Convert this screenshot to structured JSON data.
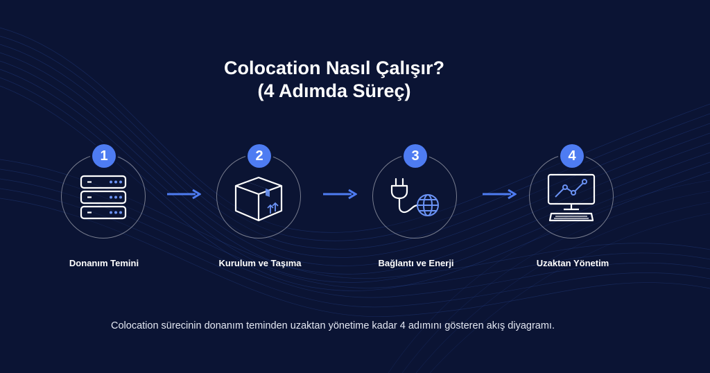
{
  "title": {
    "line1": "Colocation Nasıl Çalışır?",
    "line2": "(4 Adımda Süreç)"
  },
  "steps": [
    {
      "number": "1",
      "label": "Donanım Temini",
      "icon": "server-rack-icon"
    },
    {
      "number": "2",
      "label": "Kurulum ve Taşıma",
      "icon": "shipping-box-icon"
    },
    {
      "number": "3",
      "label": "Bağlantı ve Enerji",
      "icon": "plug-globe-icon"
    },
    {
      "number": "4",
      "label": "Uzaktan Yönetim",
      "icon": "monitor-chart-icon"
    }
  ],
  "caption": "Colocation sürecinin donanım teminden uzaktan yönetime kadar 4 adımını gösteren akış diyagramı.",
  "colors": {
    "background": "#0b1434",
    "accent": "#4e7cf2",
    "text": "#ffffff"
  }
}
